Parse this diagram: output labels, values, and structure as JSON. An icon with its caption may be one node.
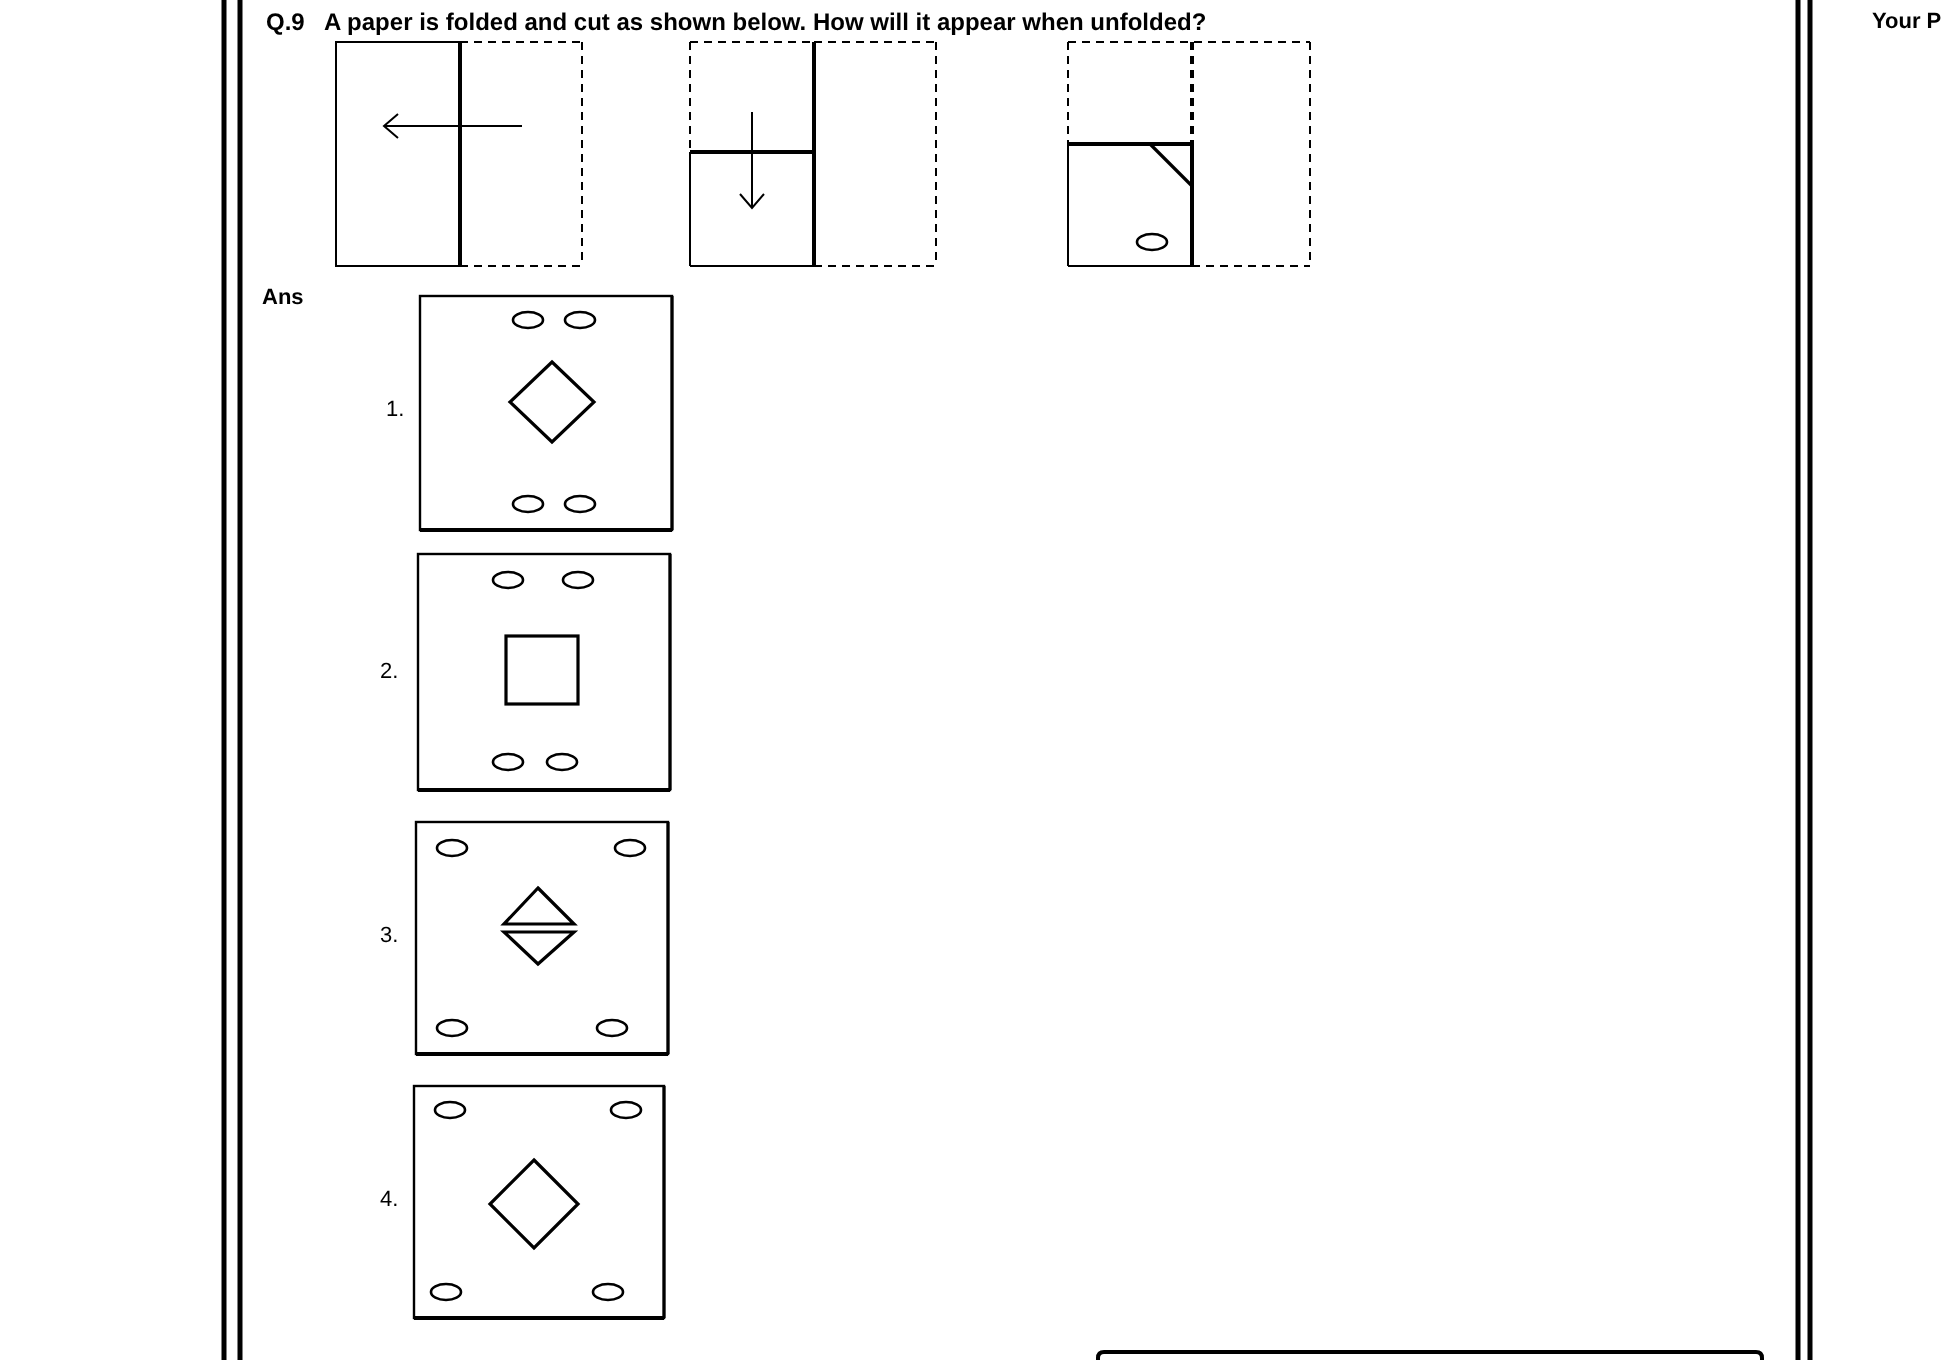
{
  "diagram": {
    "title": "A paper is folded and cut as shown below. How will it appear when unfolded?",
    "labels": [
      "Q.9",
      "Ans",
      "1.",
      "2.",
      "3.",
      "4.",
      "Your P"
    ]
  }
}
